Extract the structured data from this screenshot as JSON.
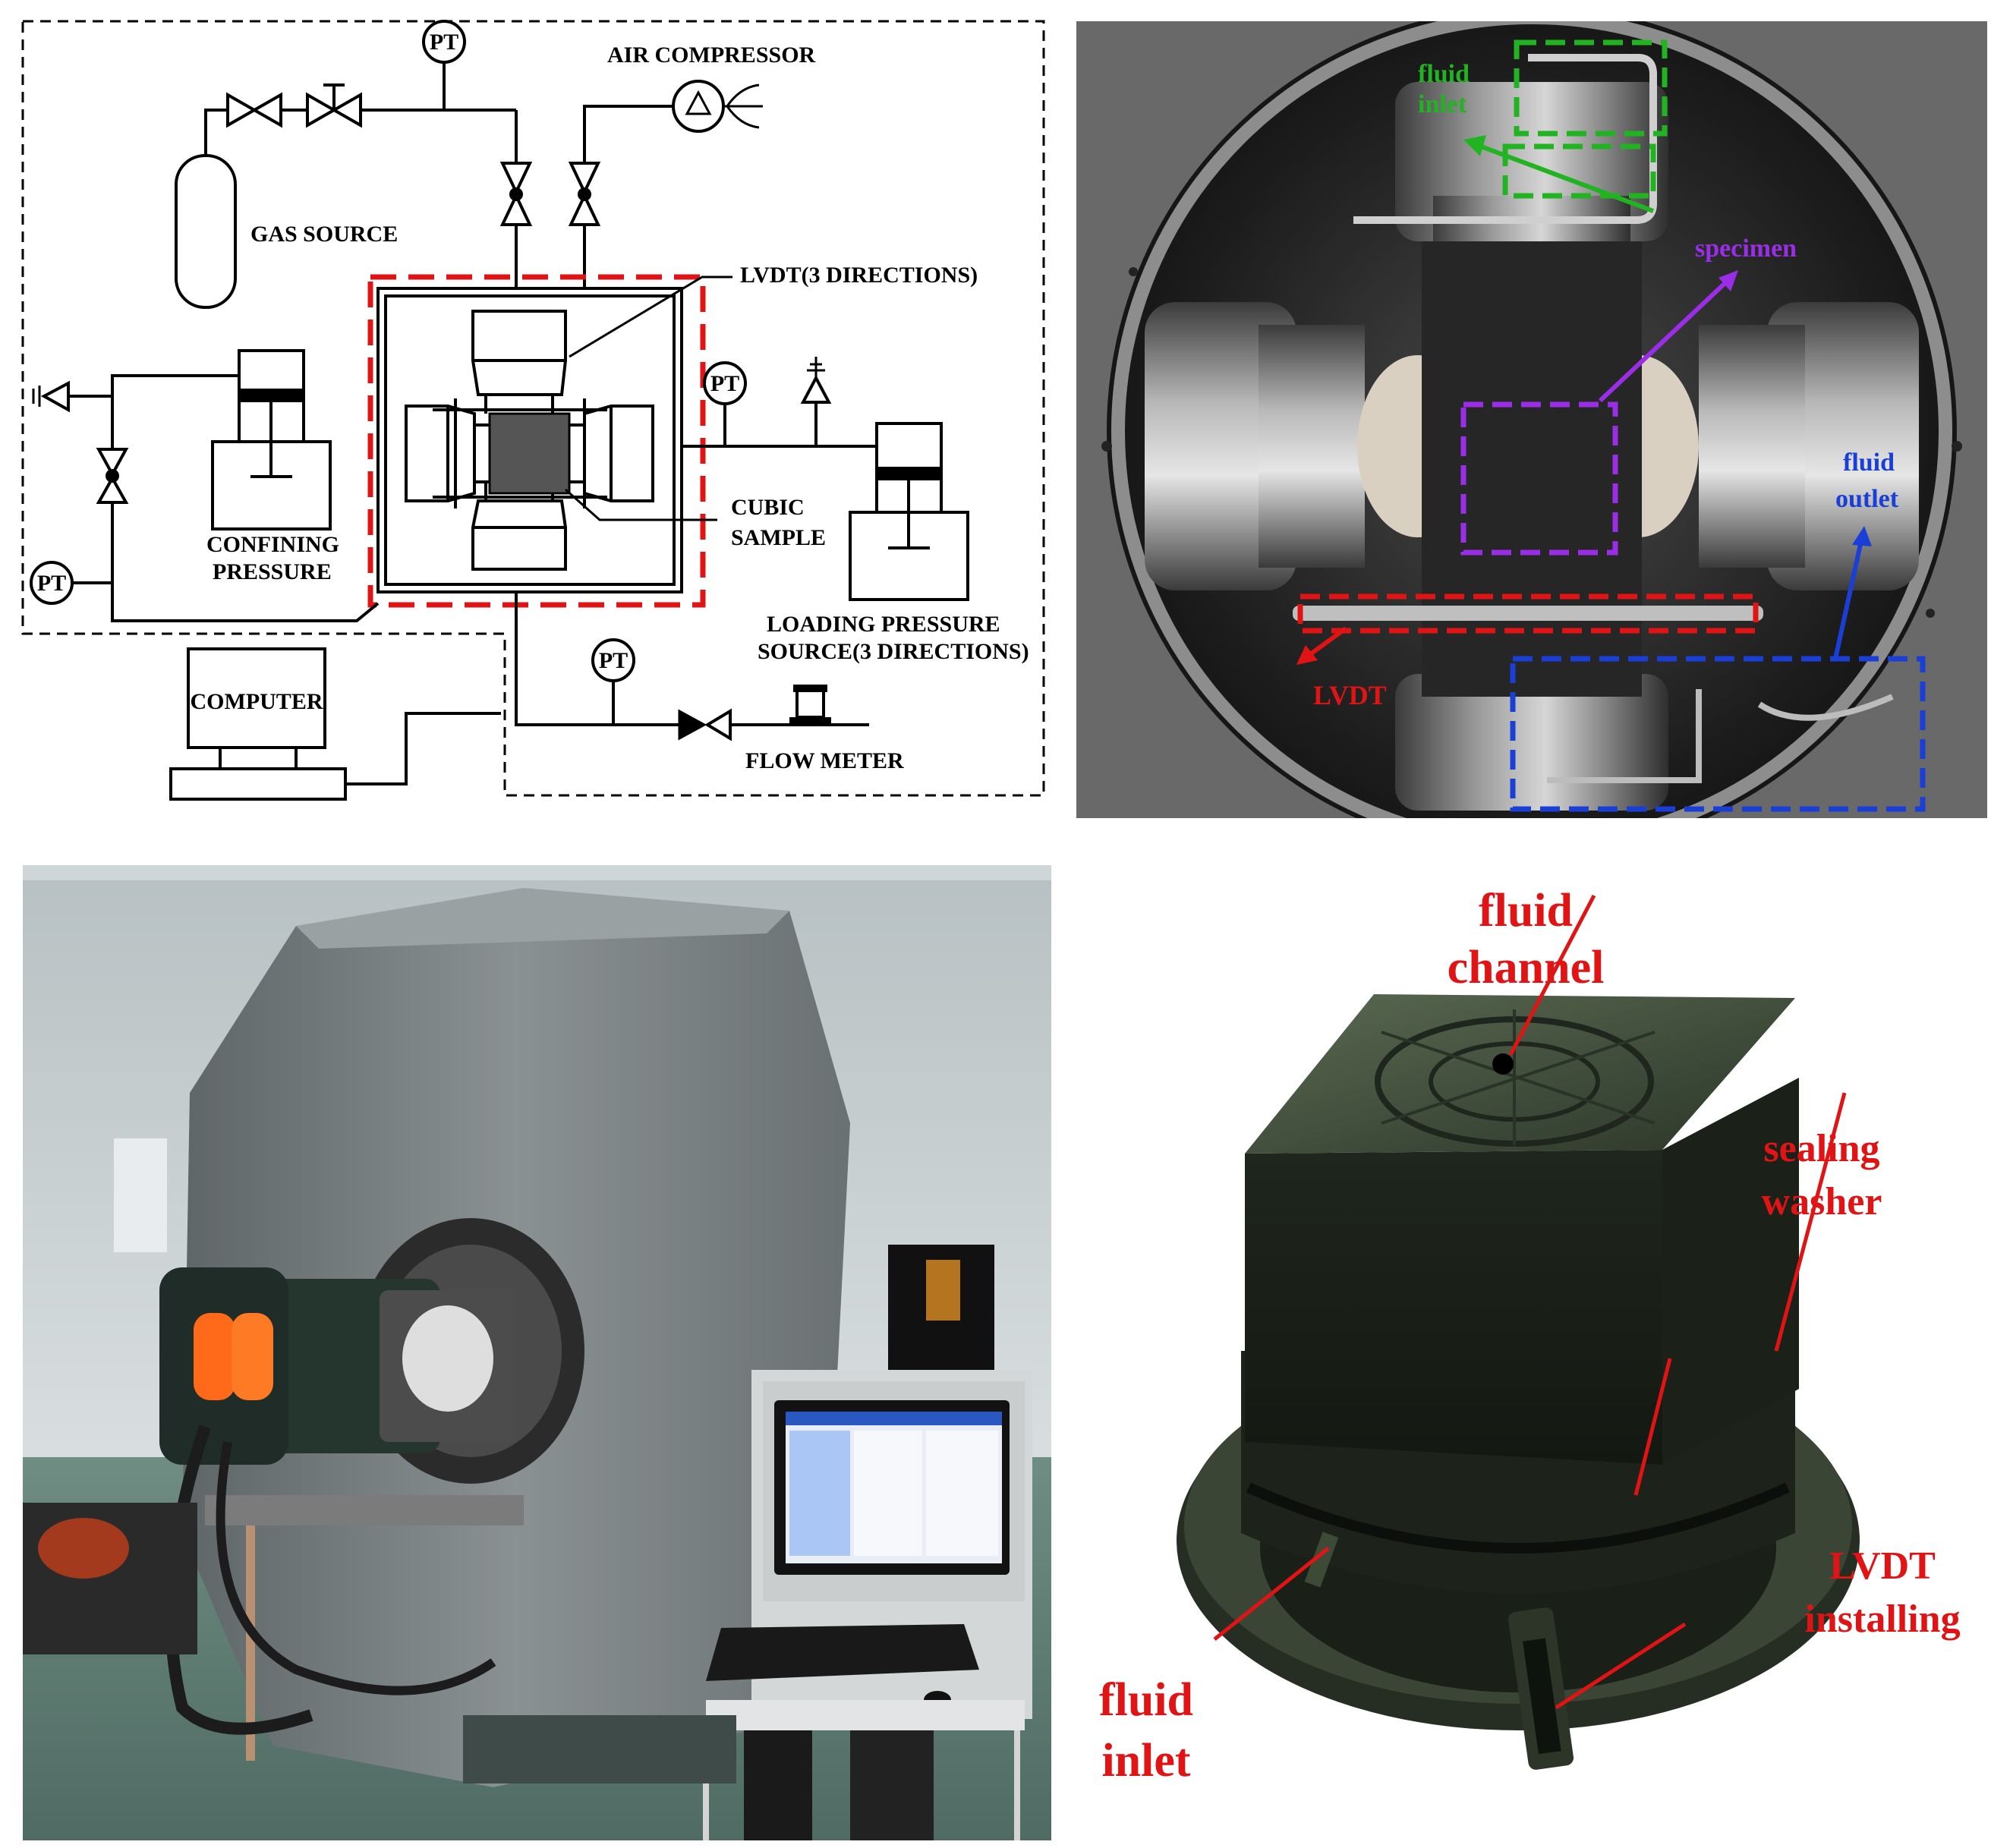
{
  "schematic": {
    "pt_label": "PT",
    "air_compressor": "AIR COMPRESSOR",
    "gas_source": "GAS SOURCE",
    "lvdt_3dir": "LVDT(3 DIRECTIONS)",
    "confining_pressure_line1": "CONFINING",
    "confining_pressure_line2": "PRESSURE",
    "cubic_sample_line1": "CUBIC",
    "cubic_sample_line2": "SAMPLE",
    "loading_pressure_line1": "LOADING  PRESSURE",
    "loading_pressure_line2": "SOURCE(3 DIRECTIONS)",
    "computer": "COMPUTER",
    "flow_meter": "FLOW METER"
  },
  "chamber_photo": {
    "fluid_inlet_line1": "fluid",
    "fluid_inlet_line2": "inlet",
    "specimen": "specimen",
    "fluid_outlet_line1": "fluid",
    "fluid_outlet_line2": "outlet",
    "lvdt": "LVDT",
    "colors": {
      "inlet": "#22b322",
      "specimen": "#9a2ee6",
      "outlet": "#1a3fd6",
      "lvdt": "#e01414"
    }
  },
  "machine_photo": {},
  "platen_photo": {
    "fluid_channel_line1": "fluid",
    "fluid_channel_line2": "channel",
    "sealing_washer_line1": "sealing",
    "sealing_washer_line2": "washer",
    "lvdt_installing_line1": "LVDT",
    "lvdt_installing_line2": "installing",
    "fluid_inlet_line1": "fluid",
    "fluid_inlet_line2": "inlet",
    "label_color": "#e01414"
  }
}
